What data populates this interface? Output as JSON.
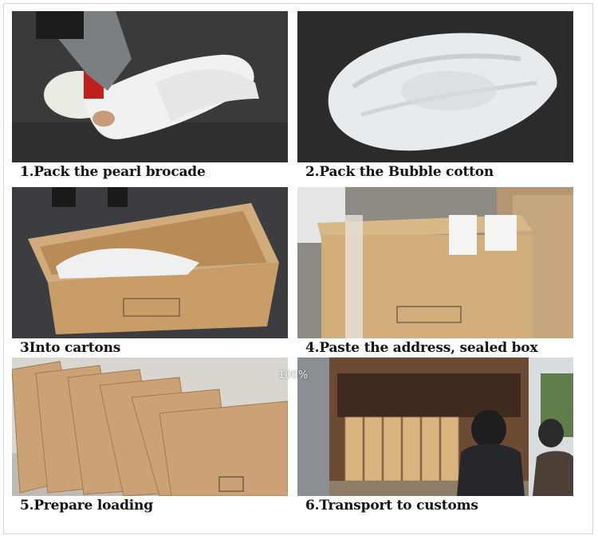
{
  "steps": [
    {
      "caption": "1.Pack the pearl brocade"
    },
    {
      "caption": "2.Pack the Bubble cotton"
    },
    {
      "caption": "3Into cartons"
    },
    {
      "caption": "4.Paste the address, sealed box"
    },
    {
      "caption": "5.Prepare loading"
    },
    {
      "caption": "6.Transport to customs"
    }
  ],
  "watermark": "100%"
}
